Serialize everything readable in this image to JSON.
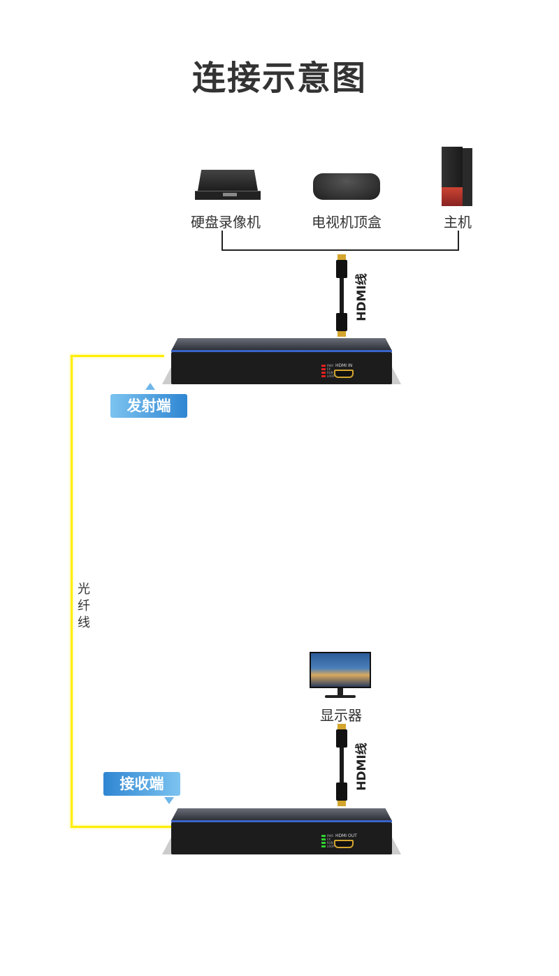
{
  "title": "连接示意图",
  "sources": [
    {
      "label": "硬盘录像机",
      "icon": "dvr-icon"
    },
    {
      "label": "电视机顶盒",
      "icon": "set-top-box-icon"
    },
    {
      "label": "主机",
      "icon": "pc-tower-icon"
    }
  ],
  "cable_label": "HDMI线",
  "fiber_label": [
    "光",
    "纤",
    "线"
  ],
  "transmitter": {
    "tag": "发射端",
    "port": "HDMI IN",
    "leds": [
      "PWR",
      "FX",
      "RUN",
      "LOOP"
    ],
    "led_color": "#e02020"
  },
  "receiver": {
    "tag": "接收端",
    "port": "HDMI OUT",
    "leds": [
      "PWR",
      "FX",
      "RUN",
      "LOOP"
    ],
    "led_color": "#2ed12e"
  },
  "display": {
    "label": "显示器"
  },
  "colors": {
    "fiber": "#ffee00",
    "tag": "#3d8fd8"
  }
}
